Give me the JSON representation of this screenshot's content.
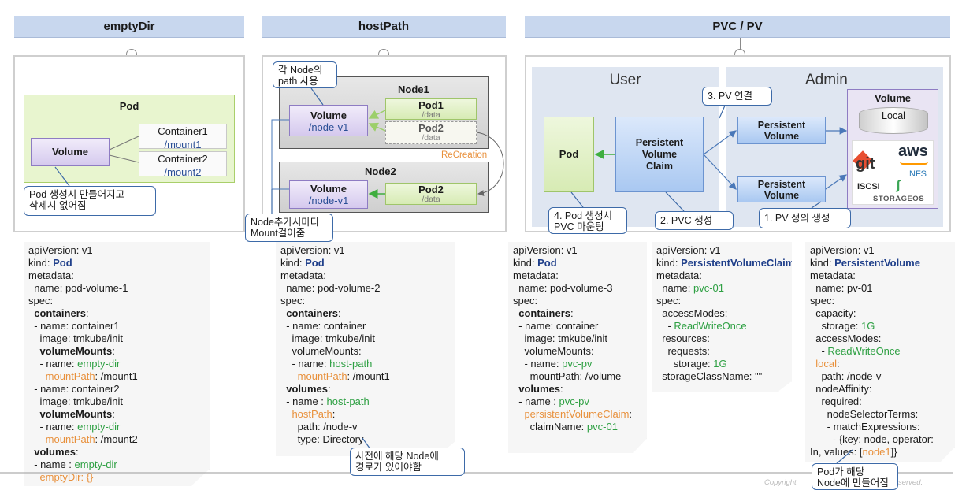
{
  "headers": {
    "emptydir": "emptyDir",
    "hostpath": "hostPath",
    "pvc": "PVC / PV"
  },
  "emptydir_diagram": {
    "pod_label": "Pod",
    "volume_label": "Volume",
    "container1": {
      "name": "Container1",
      "path": "/mount1"
    },
    "container2": {
      "name": "Container2",
      "path": "/mount2"
    },
    "callout": "Pod 생성시 만들어지고\n삭제시 없어짐"
  },
  "hostpath_diagram": {
    "callout_top": "각 Node의\npath 사용",
    "node1": {
      "label": "Node1",
      "volume_label": "Volume",
      "volume_path": "/node-v1",
      "pod1": {
        "name": "Pod1",
        "path": "/data"
      },
      "pod2": {
        "name": "Pod2",
        "path": "/data"
      }
    },
    "recreation": "ReCreation",
    "node2": {
      "label": "Node2",
      "volume_label": "Volume",
      "volume_path": "/node-v1",
      "pod2": {
        "name": "Pod2",
        "path": "/data"
      }
    },
    "callout_bottom": "Node추가시마다\nMount걸어줌"
  },
  "pvc_diagram": {
    "user_label": "User",
    "admin_label": "Admin",
    "pod_label": "Pod",
    "pvc_label": "Persistent\nVolume\nClaim",
    "pv1_label": "Persistent\nVolume",
    "pv2_label": "Persistent\nVolume",
    "volume_title": "Volume",
    "local_label": "Local",
    "logos": {
      "git": "git",
      "aws": "aws",
      "nfs": "NFS",
      "iscsi": "ISCSI",
      "storageos": "STORAGEOS"
    },
    "step3": "3. PV 연결",
    "step4": "4. Pod 생성시\nPVC 마운팅",
    "step2": "2. PVC 생성",
    "step1": "1. PV 정의 생성"
  },
  "yaml_emptydir": [
    [
      {
        "t": "apiVersion: v1"
      }
    ],
    [
      {
        "t": "kind: "
      },
      {
        "t": "Pod",
        "c": "nv"
      }
    ],
    [
      {
        "t": "metadata:"
      }
    ],
    [
      {
        "t": "  name: pod-volume-1"
      }
    ],
    [
      {
        "t": "spec:"
      }
    ],
    [
      {
        "t": "  "
      },
      {
        "t": "containers",
        "c": "k"
      },
      {
        "t": ":"
      }
    ],
    [
      {
        "t": "  - name: container1"
      }
    ],
    [
      {
        "t": "    image: tmkube/init"
      }
    ],
    [
      {
        "t": "    "
      },
      {
        "t": "volumeMounts",
        "c": "k"
      },
      {
        "t": ":"
      }
    ],
    [
      {
        "t": "    - name: "
      },
      {
        "t": "empty-dir",
        "c": "g"
      }
    ],
    [
      {
        "t": "      "
      },
      {
        "t": "mountPath",
        "c": "o"
      },
      {
        "t": ": /mount1"
      }
    ],
    [
      {
        "t": "  - name: container2"
      }
    ],
    [
      {
        "t": "    image: tmkube/init"
      }
    ],
    [
      {
        "t": "    "
      },
      {
        "t": "volumeMounts",
        "c": "k"
      },
      {
        "t": ":"
      }
    ],
    [
      {
        "t": "    - name: "
      },
      {
        "t": "empty-dir",
        "c": "g"
      }
    ],
    [
      {
        "t": "      "
      },
      {
        "t": "mountPath",
        "c": "o"
      },
      {
        "t": ": /mount2"
      }
    ],
    [
      {
        "t": "  "
      },
      {
        "t": "volumes",
        "c": "k"
      },
      {
        "t": ":"
      }
    ],
    [
      {
        "t": "  - name : "
      },
      {
        "t": "empty-dir",
        "c": "g"
      }
    ],
    [
      {
        "t": "    "
      },
      {
        "t": "emptyDir: {}",
        "c": "o"
      }
    ]
  ],
  "yaml_hostpath": [
    [
      {
        "t": "apiVersion: v1"
      }
    ],
    [
      {
        "t": "kind: "
      },
      {
        "t": "Pod",
        "c": "nv"
      }
    ],
    [
      {
        "t": "metadata:"
      }
    ],
    [
      {
        "t": "  name: pod-volume-2"
      }
    ],
    [
      {
        "t": "spec:"
      }
    ],
    [
      {
        "t": "  "
      },
      {
        "t": "containers",
        "c": "k"
      },
      {
        "t": ":"
      }
    ],
    [
      {
        "t": "  - name: container"
      }
    ],
    [
      {
        "t": "    image: tmkube/init"
      }
    ],
    [
      {
        "t": "    volumeMounts:"
      }
    ],
    [
      {
        "t": "    - name: "
      },
      {
        "t": "host-path",
        "c": "g"
      }
    ],
    [
      {
        "t": "      "
      },
      {
        "t": "mountPath",
        "c": "o"
      },
      {
        "t": ": /mount1"
      }
    ],
    [
      {
        "t": "  "
      },
      {
        "t": "volumes",
        "c": "k"
      },
      {
        "t": ":"
      }
    ],
    [
      {
        "t": "  - name : "
      },
      {
        "t": "host-path",
        "c": "g"
      }
    ],
    [
      {
        "t": "    "
      },
      {
        "t": "hostPath",
        "c": "o"
      },
      {
        "t": ":"
      }
    ],
    [
      {
        "t": "      path: /node-v"
      }
    ],
    [
      {
        "t": "      type: Directory"
      }
    ]
  ],
  "hostpath_note": "사전에 해당 Node에\n경로가 있어야함",
  "yaml_pod3": [
    [
      {
        "t": "apiVersion: v1"
      }
    ],
    [
      {
        "t": "kind: "
      },
      {
        "t": "Pod",
        "c": "nv"
      }
    ],
    [
      {
        "t": "metadata:"
      }
    ],
    [
      {
        "t": "  name: pod-volume-3"
      }
    ],
    [
      {
        "t": "spec:"
      }
    ],
    [
      {
        "t": "  "
      },
      {
        "t": "containers",
        "c": "k"
      },
      {
        "t": ":"
      }
    ],
    [
      {
        "t": "  - name: container"
      }
    ],
    [
      {
        "t": "    image: tmkube/init"
      }
    ],
    [
      {
        "t": "    volumeMounts:"
      }
    ],
    [
      {
        "t": "    - name: "
      },
      {
        "t": "pvc-pv",
        "c": "g"
      }
    ],
    [
      {
        "t": "      mountPath: /volume"
      }
    ],
    [
      {
        "t": "  "
      },
      {
        "t": "volumes",
        "c": "k"
      },
      {
        "t": ":"
      }
    ],
    [
      {
        "t": "  - name : "
      },
      {
        "t": "pvc-pv",
        "c": "g"
      }
    ],
    [
      {
        "t": "    "
      },
      {
        "t": "persistentVolumeClaim",
        "c": "o"
      },
      {
        "t": ":"
      }
    ],
    [
      {
        "t": "      claimName: "
      },
      {
        "t": "pvc-01",
        "c": "g"
      }
    ]
  ],
  "yaml_pvc": [
    [
      {
        "t": "apiVersion: v1"
      }
    ],
    [
      {
        "t": "kind: "
      },
      {
        "t": "PersistentVolumeClaim",
        "c": "nv"
      }
    ],
    [
      {
        "t": "metadata:"
      }
    ],
    [
      {
        "t": "  name: "
      },
      {
        "t": "pvc-01",
        "c": "g"
      }
    ],
    [
      {
        "t": "spec:"
      }
    ],
    [
      {
        "t": "  accessModes:"
      }
    ],
    [
      {
        "t": "    - "
      },
      {
        "t": "ReadWriteOnce",
        "c": "g"
      }
    ],
    [
      {
        "t": "  resources:"
      }
    ],
    [
      {
        "t": "    requests:"
      }
    ],
    [
      {
        "t": "      storage: "
      },
      {
        "t": "1G",
        "c": "g"
      }
    ],
    [
      {
        "t": "  storageClassName: \"\""
      }
    ]
  ],
  "yaml_pv": [
    [
      {
        "t": "apiVersion: v1"
      }
    ],
    [
      {
        "t": "kind: "
      },
      {
        "t": "PersistentVolume",
        "c": "nv"
      }
    ],
    [
      {
        "t": "metadata:"
      }
    ],
    [
      {
        "t": "  name: pv-01"
      }
    ],
    [
      {
        "t": "spec:"
      }
    ],
    [
      {
        "t": "  capacity:"
      }
    ],
    [
      {
        "t": "    storage: "
      },
      {
        "t": "1G",
        "c": "g"
      }
    ],
    [
      {
        "t": "  accessModes:"
      }
    ],
    [
      {
        "t": "    - "
      },
      {
        "t": "ReadWriteOnce",
        "c": "g"
      }
    ],
    [
      {
        "t": "  "
      },
      {
        "t": "local",
        "c": "o"
      },
      {
        "t": ":"
      }
    ],
    [
      {
        "t": "    path: /node-v"
      }
    ],
    [
      {
        "t": "  nodeAffinity:"
      }
    ],
    [
      {
        "t": "    required:"
      }
    ],
    [
      {
        "t": "      nodeSelectorTerms:"
      }
    ],
    [
      {
        "t": "      - matchExpressions:"
      }
    ],
    [
      {
        "t": "        - {key: node, operator:"
      }
    ],
    [
      {
        "t": "In, values: ["
      },
      {
        "t": "node1",
        "c": "o"
      },
      {
        "t": "]}"
      }
    ]
  ],
  "pv_note": "Pod가 해당\nNode에 만들어짐",
  "footer_copyright": "Copyright                                          ts reserved."
}
